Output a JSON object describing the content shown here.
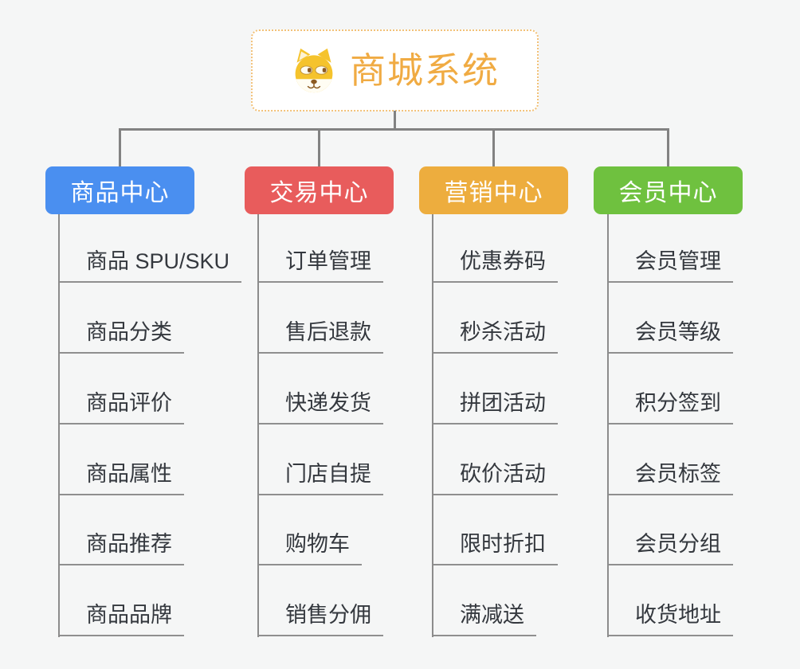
{
  "root": {
    "title": "商城系统",
    "icon": "dog-face-icon"
  },
  "branches": [
    {
      "label": "商品中心",
      "color": "#4a8ff0",
      "items": [
        "商品 SPU/SKU",
        "商品分类",
        "商品评价",
        "商品属性",
        "商品推荐",
        "商品品牌"
      ]
    },
    {
      "label": "交易中心",
      "color": "#e85c5c",
      "items": [
        "订单管理",
        "售后退款",
        "快递发货",
        "门店自提",
        "购物车",
        "销售分佣"
      ]
    },
    {
      "label": "营销中心",
      "color": "#edad3e",
      "items": [
        "优惠券码",
        "秒杀活动",
        "拼团活动",
        "砍价活动",
        "限时折扣",
        "满减送"
      ]
    },
    {
      "label": "会员中心",
      "color": "#6fc13f",
      "items": [
        "会员管理",
        "会员等级",
        "积分签到",
        "会员标签",
        "会员分组",
        "收货地址"
      ]
    }
  ],
  "colors": {
    "background": "#f5f6f6",
    "connector": "#828282",
    "item_underline": "#8f8f8f",
    "item_text": "#34383e",
    "root_border": "#f2c178",
    "root_title_text": "#f0ab43"
  }
}
